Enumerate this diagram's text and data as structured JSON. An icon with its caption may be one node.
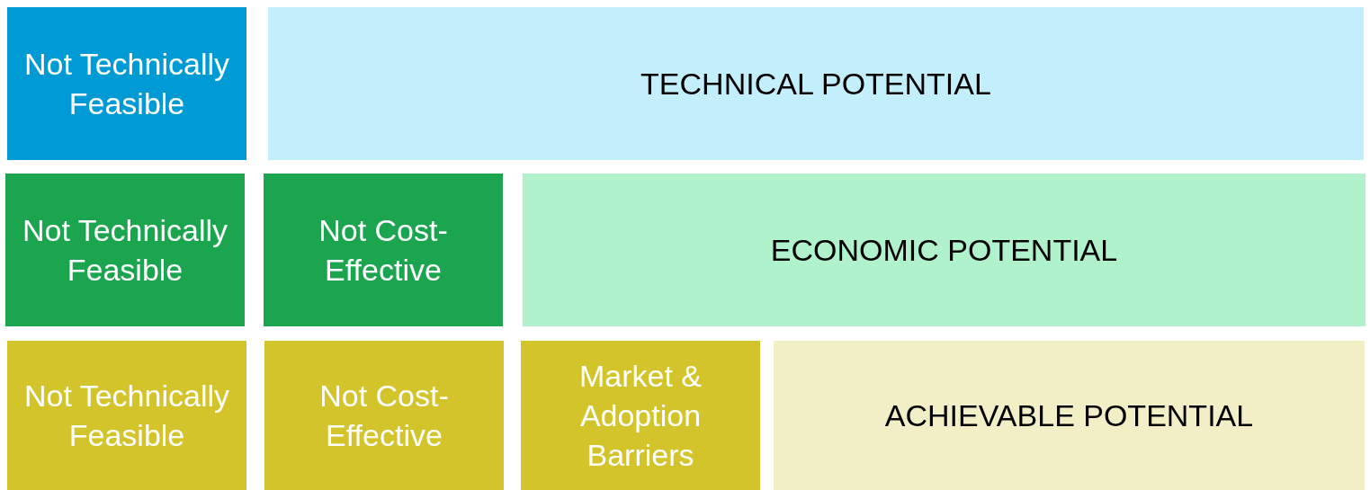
{
  "diagram": {
    "nodes": [
      {
        "text": [
          "Not Technically Feasible"
        ]
      },
      {
        "text": [
          "TECHNICAL POTENTIAL"
        ]
      },
      {
        "text": [
          "Not Technically Feasible"
        ]
      },
      {
        "text": [
          "Not Cost-Effective"
        ]
      },
      {
        "text": [
          "ECONOMIC POTENTIAL"
        ]
      },
      {
        "text": [
          "Not Technically Feasible"
        ]
      },
      {
        "text": [
          "Not Cost-Effective"
        ]
      },
      {
        "text": [
          "Market & Adoption Barriers"
        ]
      },
      {
        "text": [
          "ACHIEVABLE POTENTIAL"
        ]
      }
    ]
  }
}
